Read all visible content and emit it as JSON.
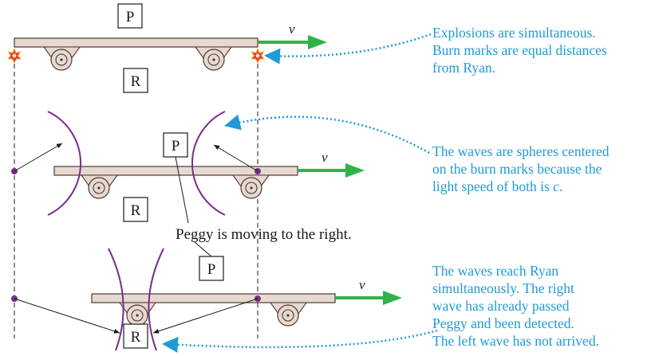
{
  "observers": {
    "peggy": "P",
    "ryan": "R"
  },
  "velocity_symbol": "v",
  "peggy_motion_label": "Peggy is moving to the right.",
  "annotations": {
    "top": [
      "Explosions are simultaneous.",
      "Burn marks are equal distances",
      "from Ryan."
    ],
    "middle": [
      "The waves are spheres centered",
      "on the burn marks because the",
      "light speed of both is "
    ],
    "middle_c": "c",
    "middle_end": ".",
    "bottom": [
      "The waves reach Ryan",
      "simultaneously. The right",
      "wave has already passed",
      "Peggy and been detected.",
      "The left wave has not arrived."
    ]
  },
  "colors": {
    "annotation": "#1f9ad6",
    "wave": "#7b2a8e",
    "velocity_arrow": "#2db34a",
    "cart": "#e8d9d0",
    "explosion": "#e0304a"
  }
}
